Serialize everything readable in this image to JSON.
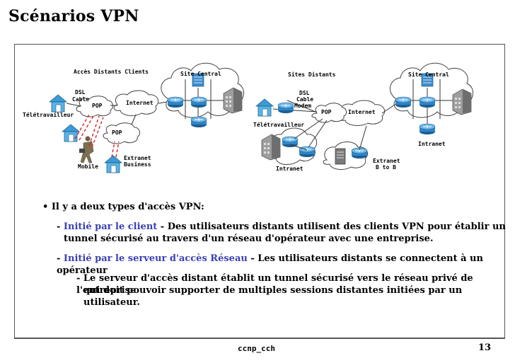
{
  "slide": {
    "title": "Scénarios VPN",
    "footer_center": "ccnp_cch",
    "page_number": "13"
  },
  "diagram_left": {
    "heading_clients": "Accès Distants Clients",
    "heading_site": "Site Central",
    "dsl_line1": "DSL",
    "dsl_line2": "Cable",
    "pop_top": "POP",
    "internet": "Internet",
    "teletravailleur": "Télétravailleur",
    "pop_bottom": "POP",
    "mobile": "Mobile",
    "extranet_line1": "Extranet",
    "extranet_line2": "Business"
  },
  "diagram_right": {
    "heading_sites": "Sites Distants",
    "heading_site": "Site Central",
    "dsl_line1": "DSL",
    "dsl_line2": "Cable",
    "dsl_line3": "Modem",
    "pop": "POP",
    "internet": "Internet",
    "teletravailleur": "Télétravailleur",
    "intranet_right": "Intranet",
    "intranet_bottom": "Intranet",
    "extranet_line1": "Extranet",
    "extranet_line2": "B to B"
  },
  "content": {
    "bullet": "• Il y a deux types d'accès VPN:",
    "item1_dash": "- ",
    "item1_label": "Initié par le client",
    "item1_text": " - Des utilisateurs distants utilisent des clients VPN pour établir un",
    "item1_text2": "tunnel sécurisé au travers d'un réseau d'opérateur avec une entreprise.",
    "item2_dash": "- ",
    "item2_label": "Initié par le serveur d'accès Réseau",
    "item2_text": " - Les utilisateurs distants se connectent à un opérateur",
    "sub_line1": "- Le serveur d'accès distant établit un tunnel sécurisé vers le réseau privé de l'entreprise",
    "sub_line2": "qui doit pouvoir supporter de multiples sessions distantes initiées par un utilisateur."
  },
  "colors": {
    "label_blue": "#3b3fb5",
    "house_blue": "#3a9bd6",
    "router_blue": "#2f86c9",
    "vpn_tunnel_red": "#d42020"
  },
  "icons": [
    "house-icon",
    "router-icon",
    "server-icon",
    "building-icon",
    "cloud-icon",
    "mobile-user-icon"
  ]
}
